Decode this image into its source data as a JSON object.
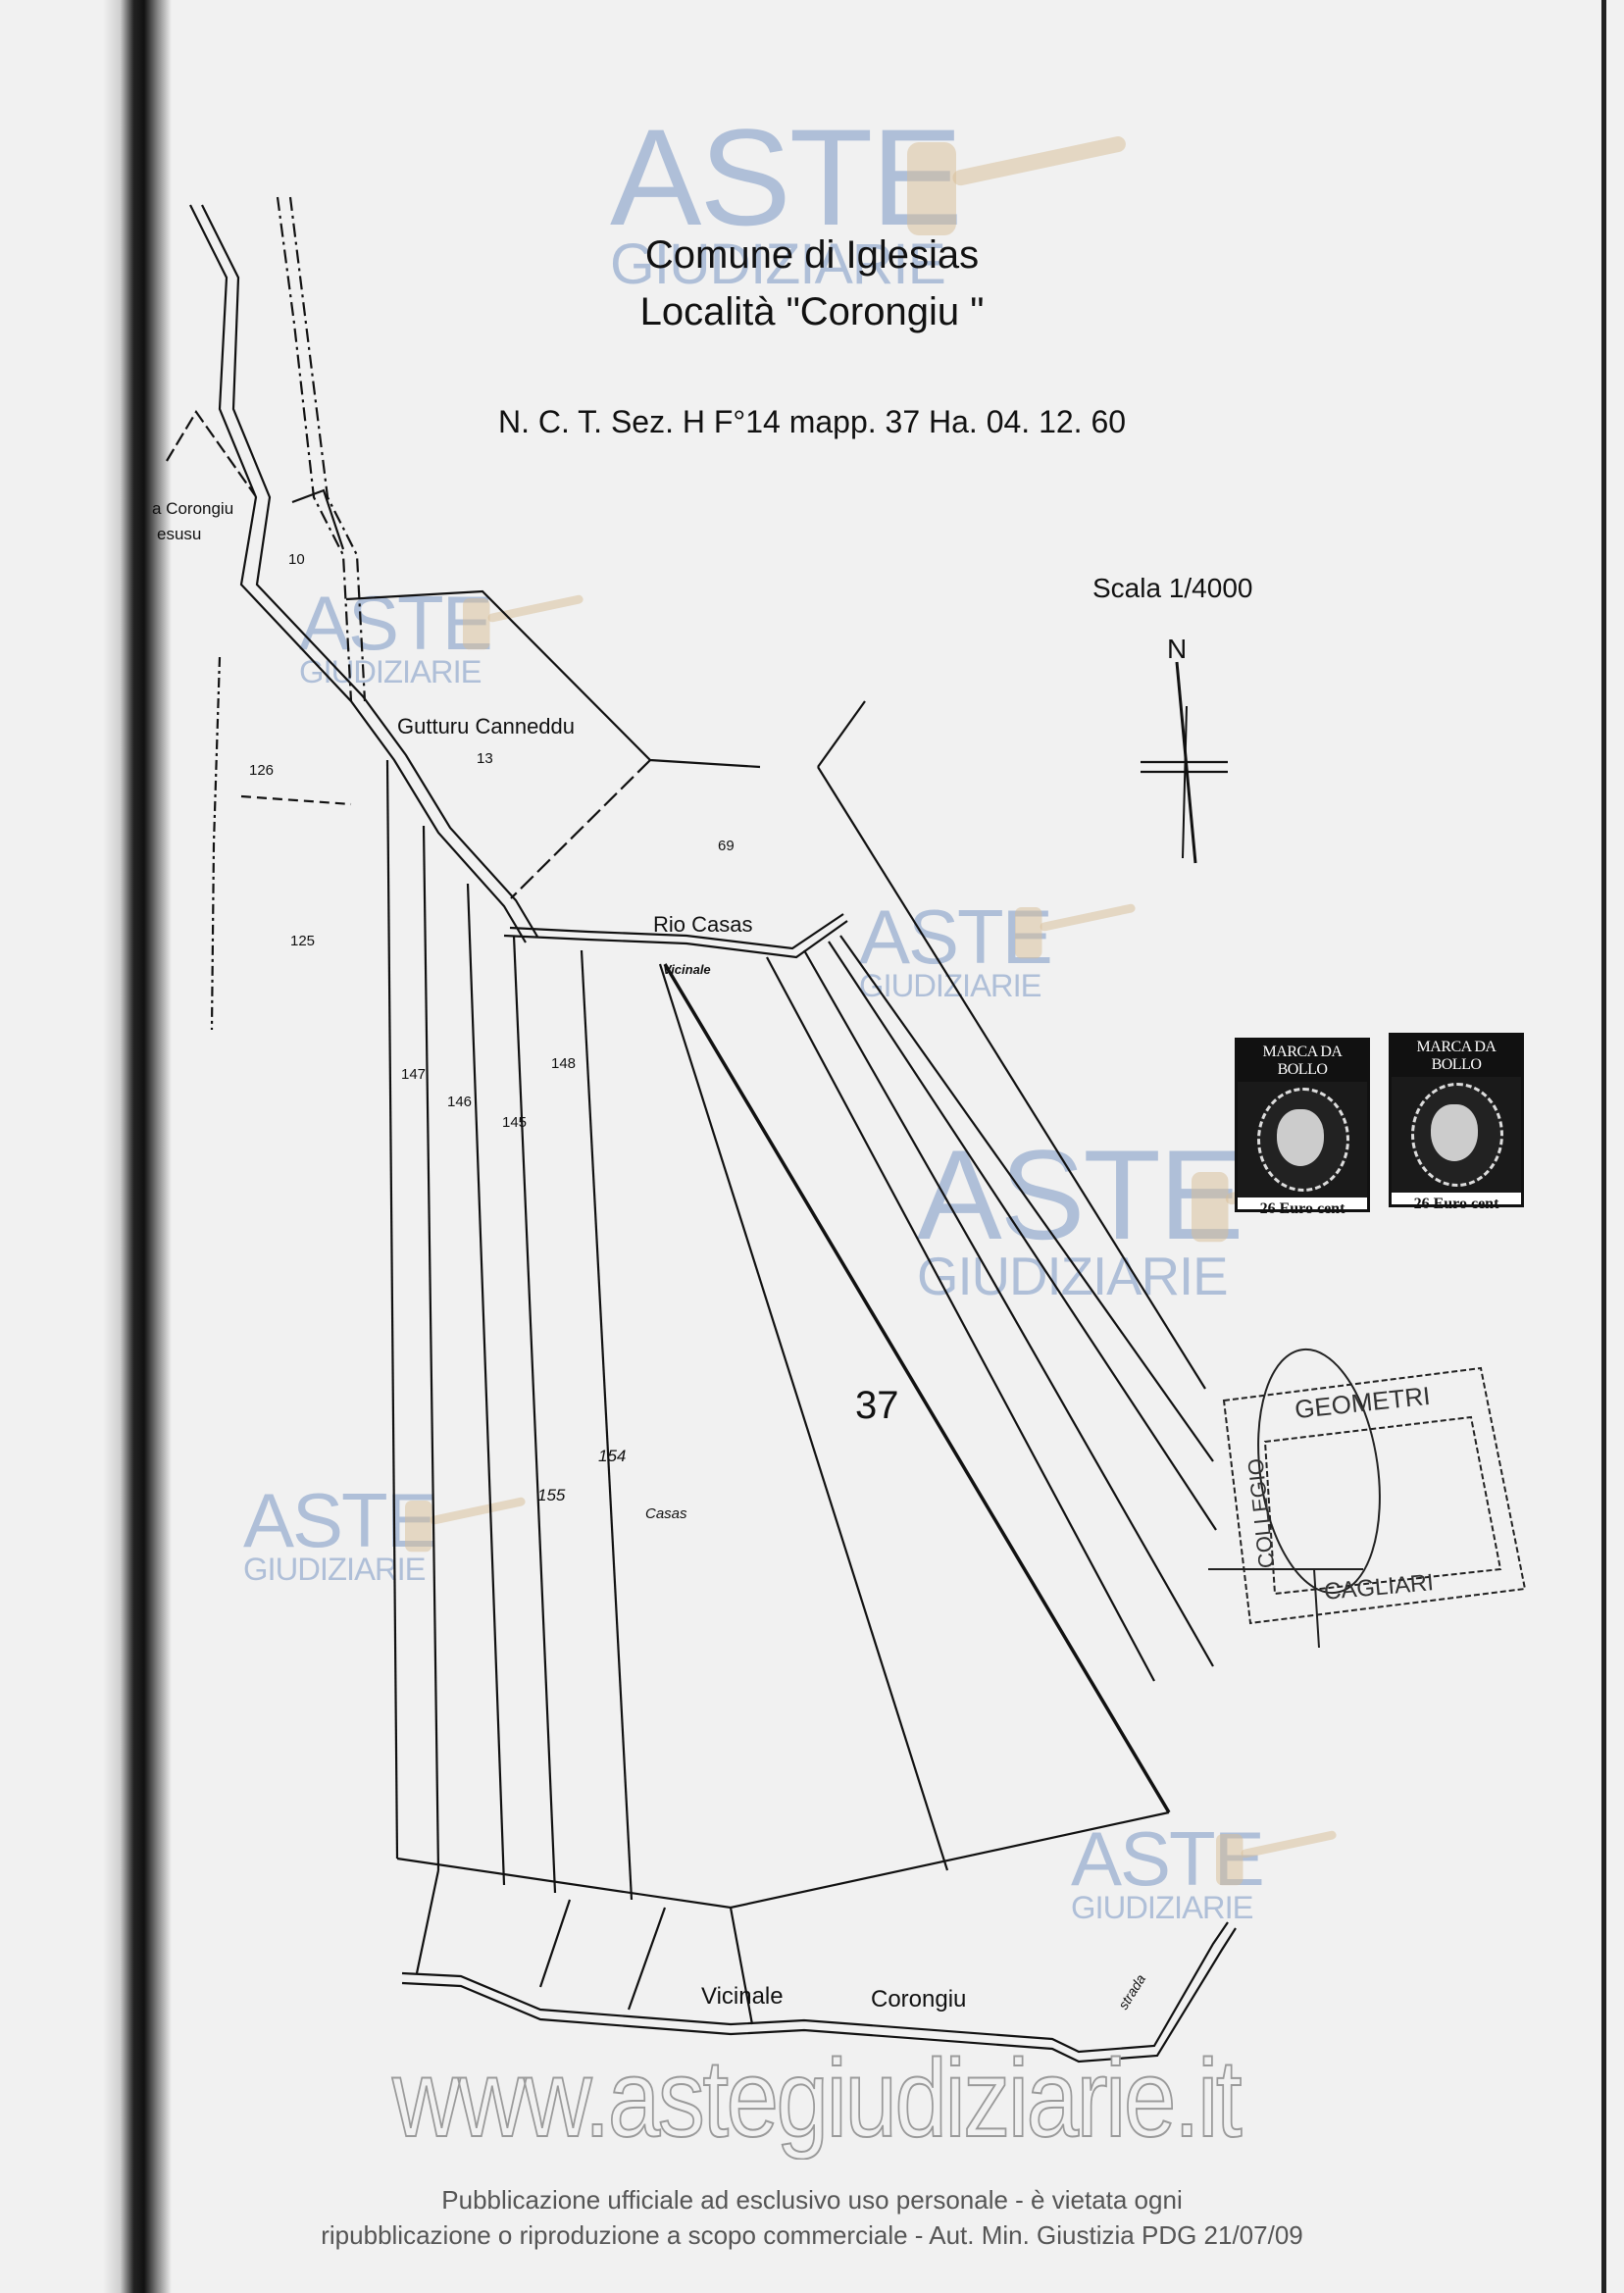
{
  "header": {
    "comune": "Comune di Iglesias",
    "localita": "Località \"Corongiu \"",
    "catasto": "N. C. T. Sez. H F°14 mapp. 37 Ha. 04. 12. 60",
    "scale": "Scala 1/4000",
    "north": "N"
  },
  "map_labels": {
    "p10": "10",
    "p13": "13",
    "p69": "69",
    "p125": "125",
    "p126": "126",
    "p147": "147",
    "p146": "146",
    "p145": "145",
    "p148": "148",
    "p37": "37",
    "h154": "154",
    "h155": "155",
    "h_casas": "Casas",
    "gutturu": "Gutturu Canneddu",
    "rio_casas": "Rio Casas",
    "vicinale_small": "Vicinale",
    "vicinale": "Vicinale",
    "corongiu": "Corongiu",
    "corongiu_left": "a Corongiu",
    "gusu_left": "esusu",
    "strada": "strada"
  },
  "stamps": {
    "bollo": [
      {
        "header": "MARCA DA BOLLO",
        "value": "26 Euro cent"
      },
      {
        "header": "MARCA DA BOLLO",
        "value": "26 Euro cent"
      }
    ],
    "collegio": {
      "top": "GEOMETRI",
      "side": "COLLEGIO",
      "bottom": "CAGLIARI"
    }
  },
  "watermark": {
    "word1": "ASTE",
    "word2": "GIUDIZIARIE",
    "site": "www.astegiudiziarie.it"
  },
  "footer": {
    "line1": "Pubblicazione ufficiale ad esclusivo uso personale - è vietata ogni",
    "line2": "ripubblicazione o riproduzione a scopo commerciale - Aut. Min. Giustizia PDG 21/07/09"
  }
}
